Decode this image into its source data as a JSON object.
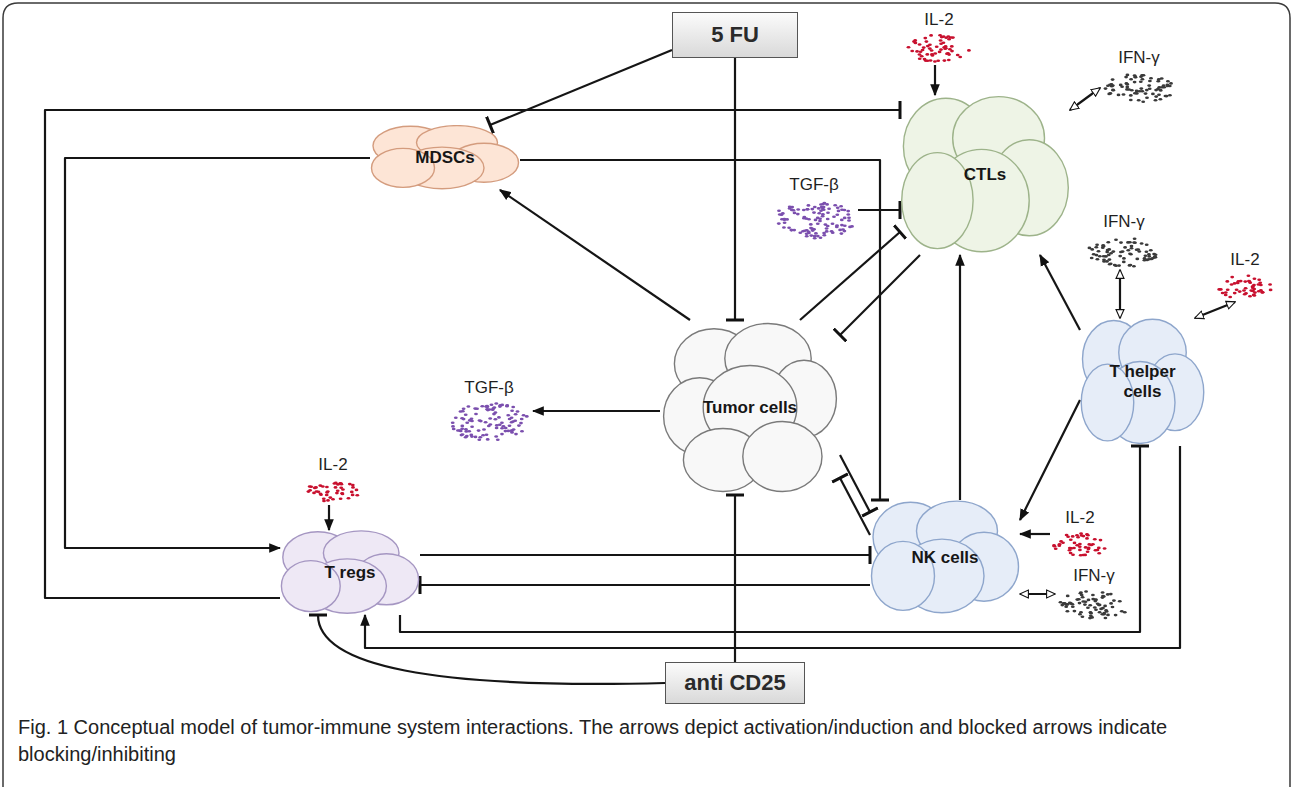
{
  "diagram": {
    "caption": "Fig. 1 Conceptual model of tumor-immune system interactions. The arrows depict activation/induction and blocked arrows indicate blocking/inhibiting",
    "nodes": [
      {
        "text": [
          "5 FU"
        ]
      },
      {
        "text": [
          "IL-2"
        ]
      },
      {
        "text": [
          "IFN-γ"
        ]
      },
      {
        "text": [
          "MDSCs"
        ]
      },
      {
        "text": [
          "CTLs"
        ]
      },
      {
        "text": [
          "TGF-β"
        ]
      },
      {
        "text": [
          "IFN-γ"
        ]
      },
      {
        "text": [
          "IL-2"
        ]
      },
      {
        "text": [
          "T helper cells"
        ]
      },
      {
        "text": [
          "TGF-β"
        ]
      },
      {
        "text": [
          "Tumor cells"
        ]
      },
      {
        "text": [
          "IL-2"
        ]
      },
      {
        "text": [
          "IL-2"
        ]
      },
      {
        "text": [
          "NK cells"
        ]
      },
      {
        "text": [
          "T regs"
        ]
      },
      {
        "text": [
          "IFN-γ"
        ]
      },
      {
        "text": [
          "anti CD25"
        ]
      }
    ],
    "edges": [
      {
        "from": 0,
        "to": 3,
        "arrow": "to"
      },
      {
        "from": 0,
        "to": 10,
        "arrow": "to"
      },
      {
        "from": 14,
        "to": 4,
        "arrow": "to"
      },
      {
        "from": 3,
        "to": 14,
        "arrow": "to"
      },
      {
        "from": 3,
        "to": 13,
        "arrow": "to"
      },
      {
        "from": 10,
        "to": 3,
        "arrow": "to"
      },
      {
        "from": 10,
        "to": 9,
        "arrow": "to"
      },
      {
        "from": 5,
        "to": 4,
        "arrow": "to"
      },
      {
        "from": 4,
        "to": 10,
        "arrow": "to"
      },
      {
        "from": 10,
        "to": 4,
        "arrow": "to"
      },
      {
        "from": 10,
        "to": 13,
        "arrow": "to"
      },
      {
        "from": 13,
        "to": 10,
        "arrow": "to"
      },
      {
        "from": 8,
        "to": 4,
        "arrow": "to"
      },
      {
        "from": 8,
        "to": 13,
        "arrow": "to"
      },
      {
        "from": 13,
        "to": 4,
        "arrow": "to"
      },
      {
        "from": 14,
        "to": 13,
        "arrow": "to"
      },
      {
        "from": 13,
        "to": 14,
        "arrow": "to"
      },
      {
        "from": 14,
        "to": 8,
        "arrow": "to"
      },
      {
        "from": 8,
        "to": 14,
        "arrow": "to"
      },
      {
        "from": 16,
        "to": 14,
        "arrow": "to"
      },
      {
        "from": 16,
        "to": 10,
        "arrow": "to"
      },
      {
        "from": 1,
        "to": 4,
        "arrow": "to"
      },
      {
        "from": 4,
        "to": 2,
        "arrow": "both"
      },
      {
        "from": 6,
        "to": 8,
        "arrow": "both"
      },
      {
        "from": 7,
        "to": 8,
        "arrow": "both"
      },
      {
        "from": 12,
        "to": 13,
        "arrow": "to"
      },
      {
        "from": 13,
        "to": 15,
        "arrow": "both"
      },
      {
        "from": 11,
        "to": 14,
        "arrow": "to"
      }
    ]
  }
}
